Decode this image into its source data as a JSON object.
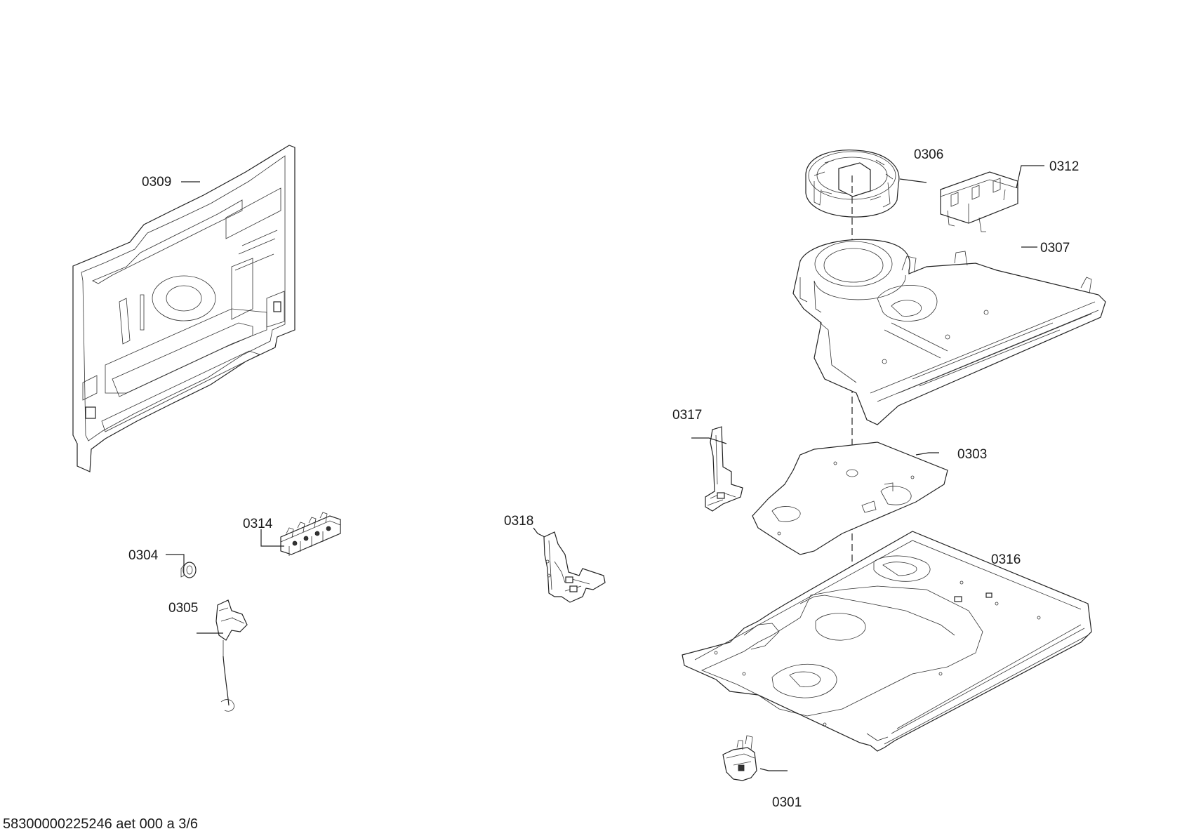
{
  "labels": {
    "p0301": "0301",
    "p0303": "0303",
    "p0304": "0304",
    "p0305": "0305",
    "p0306": "0306",
    "p0307": "0307",
    "p0309": "0309",
    "p0312": "0312",
    "p0314": "0314",
    "p0316": "0316",
    "p0317": "0317",
    "p0318": "0318"
  },
  "footer": {
    "document_id": "58300000225246 aet 000 a 3/6"
  }
}
